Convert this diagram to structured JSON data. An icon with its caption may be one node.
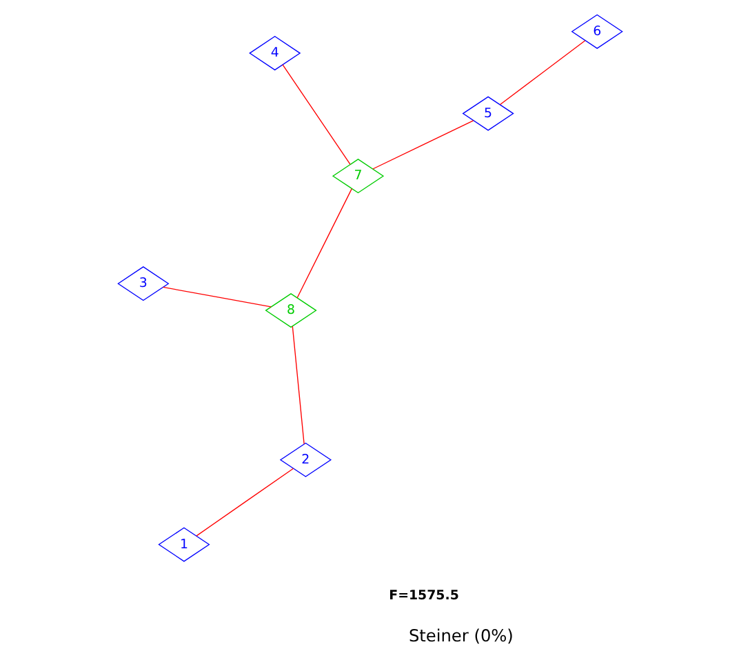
{
  "diagram": {
    "nodes": [
      {
        "text": [
          "3"
        ]
      },
      {
        "text": [
          "8"
        ]
      },
      {
        "text": [
          "4"
        ]
      },
      {
        "text": [
          "7"
        ]
      },
      {
        "text": [
          "2"
        ]
      },
      {
        "text": [
          "5"
        ]
      },
      {
        "text": [
          "1"
        ]
      },
      {
        "text": [
          "6"
        ]
      }
    ],
    "edges": [
      {
        "from": 6,
        "to": 4,
        "arrow": "none",
        "color": "#ff0000"
      },
      {
        "from": 4,
        "to": 1,
        "arrow": "none",
        "color": "#ff0000"
      },
      {
        "from": 1,
        "to": 0,
        "arrow": "none",
        "color": "#ff0000"
      },
      {
        "from": 1,
        "to": 3,
        "arrow": "none",
        "color": "#ff0000"
      },
      {
        "from": 3,
        "to": 2,
        "arrow": "none",
        "color": "#ff0000"
      },
      {
        "from": 3,
        "to": 5,
        "arrow": "none",
        "color": "#ff0000"
      },
      {
        "from": 5,
        "to": 7,
        "arrow": "none",
        "color": "#ff0000"
      }
    ],
    "labels": [
      "F=1575.5",
      "Steiner (0%)"
    ]
  }
}
